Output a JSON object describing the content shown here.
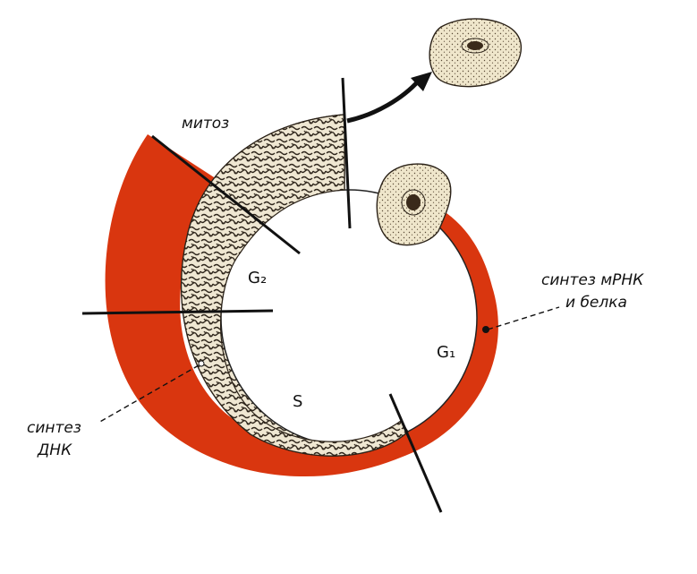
{
  "labels": {
    "mitosis": "митоз",
    "g2": "G₂",
    "s": "S",
    "g1": "G₁",
    "rna_protein_line1": "синтез мРНК",
    "rna_protein_line2": "и белка",
    "dna_line1": "синтез",
    "dna_line2": "ДНК"
  },
  "colors": {
    "red_band": "#d9360f",
    "speckled_band": "#3a2f24",
    "speckled_fill": "#ebe3cc",
    "cell_fill": "#eee5c9",
    "nucleus": "#3a2a1a",
    "line": "#111111"
  }
}
